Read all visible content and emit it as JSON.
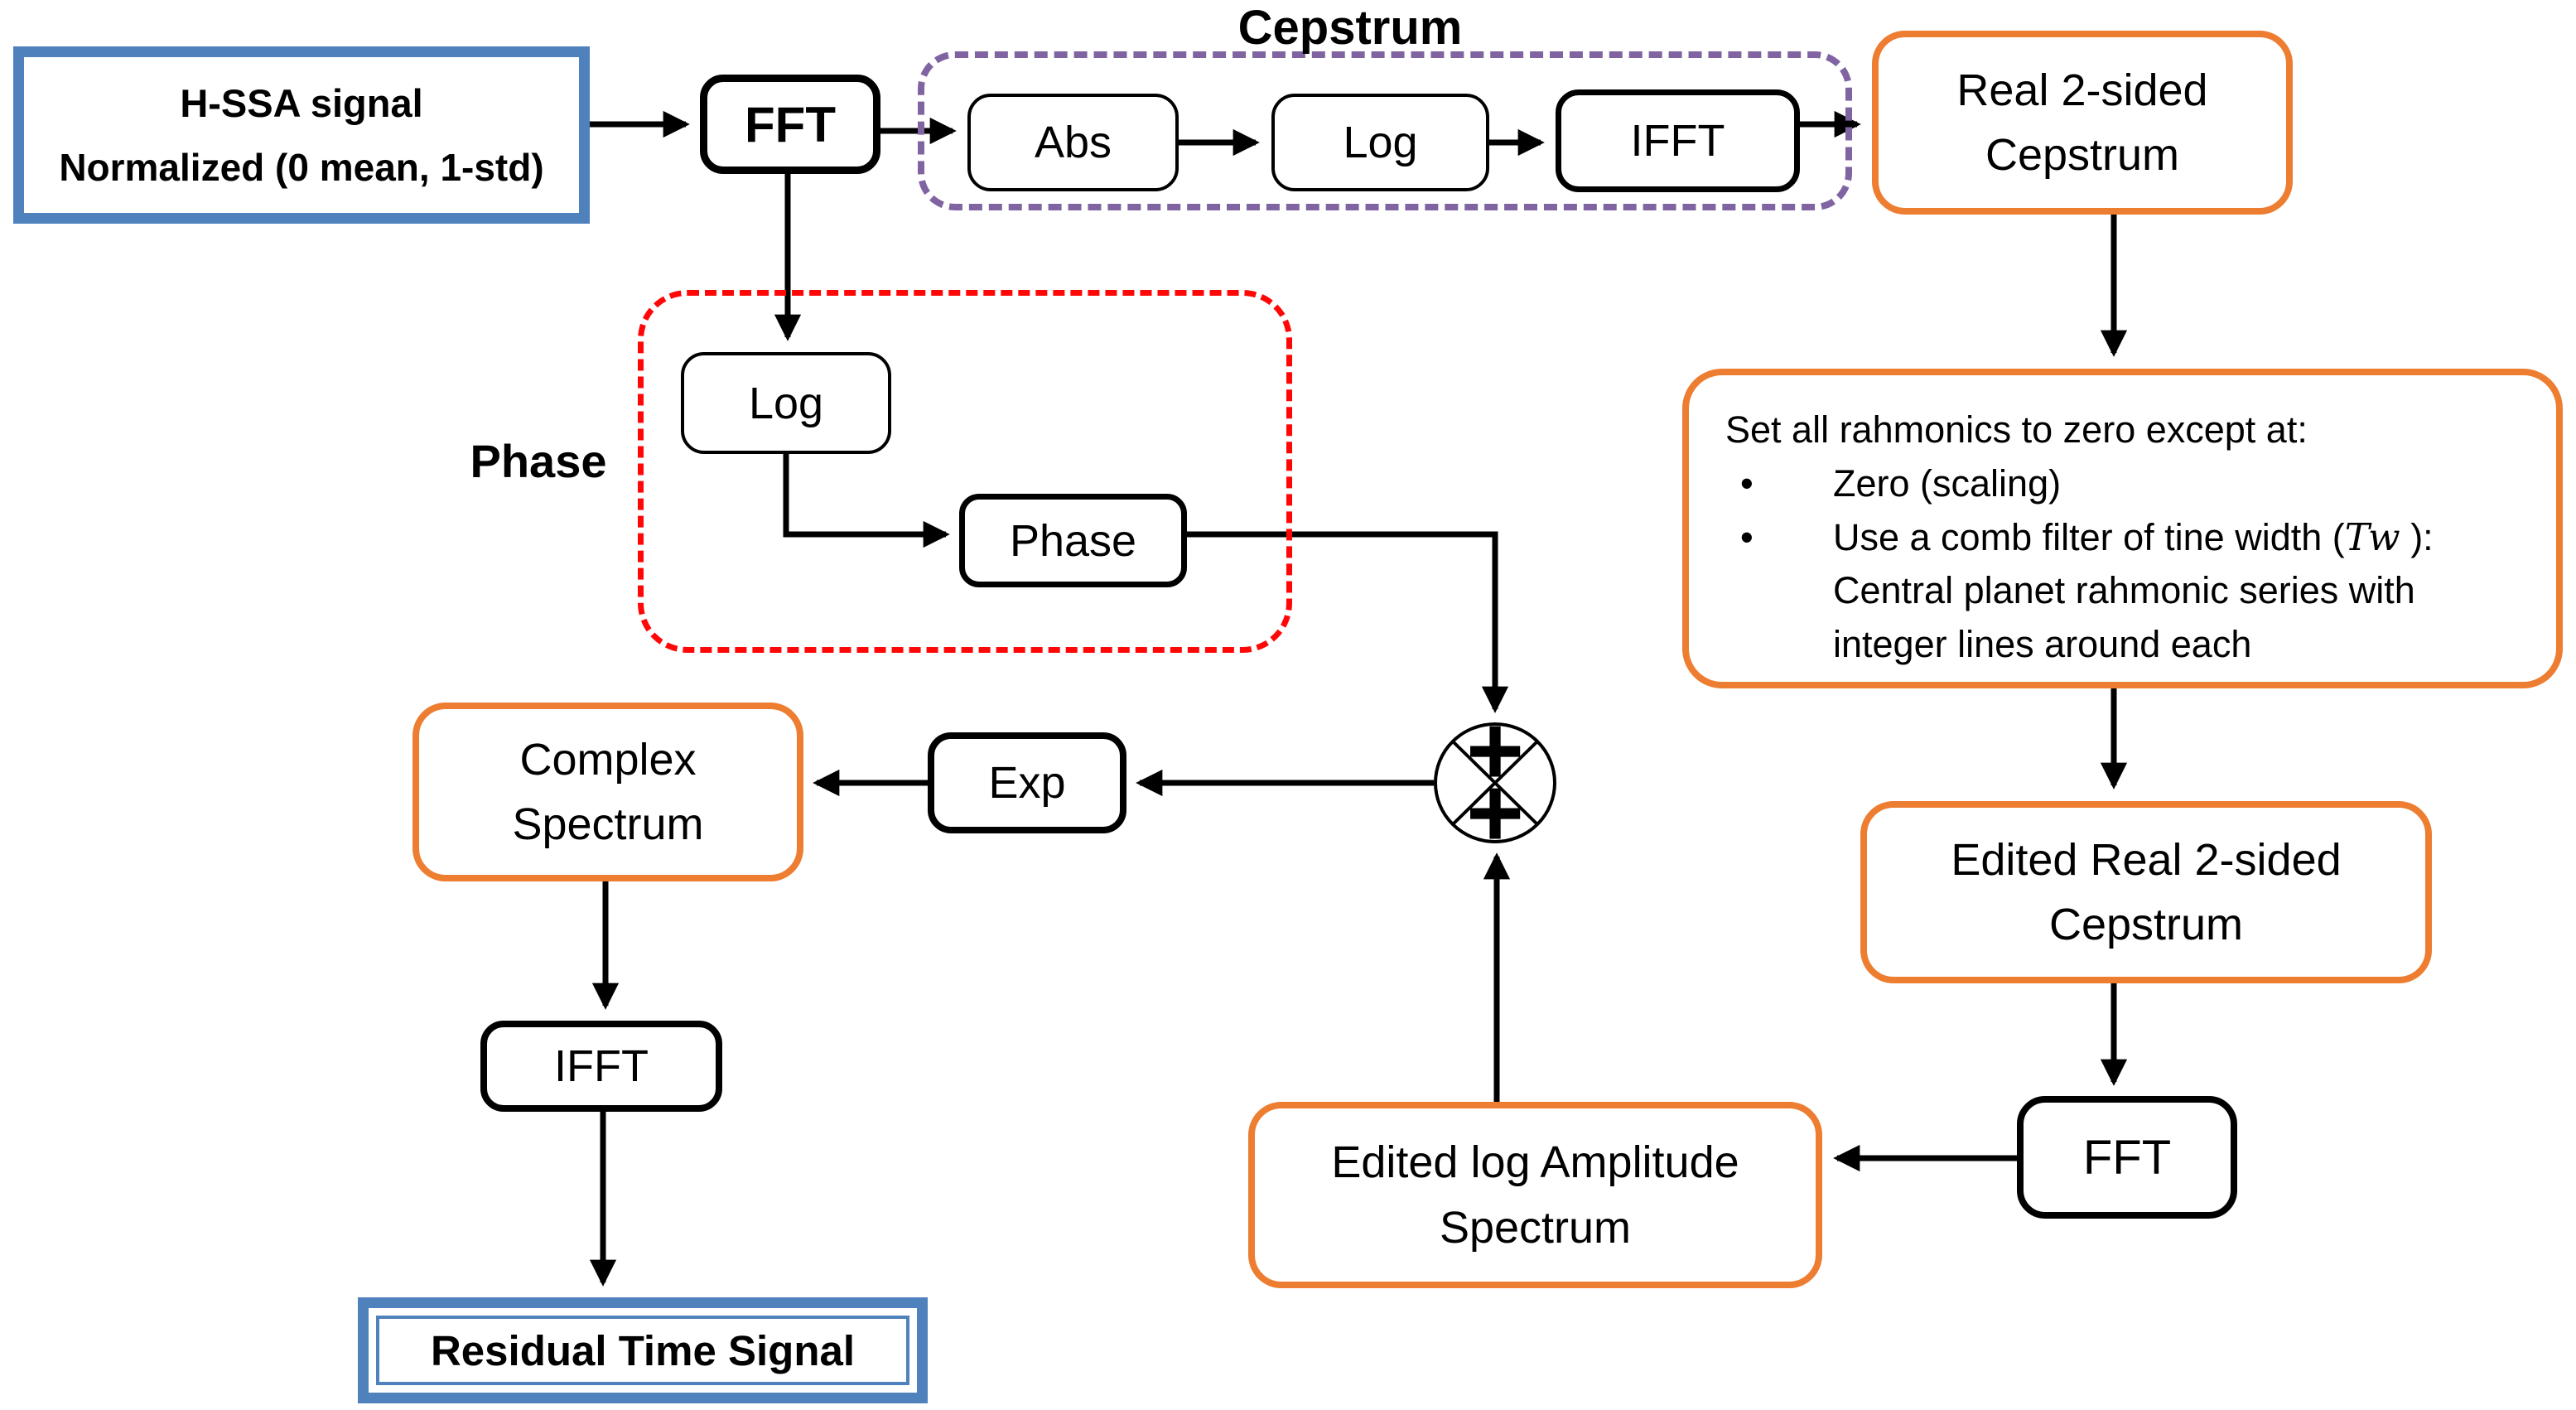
{
  "diagram": {
    "title_region_labels": {
      "cepstrum_group": "Cepstrum",
      "phase_group": "Phase"
    },
    "nodes": {
      "hssa": {
        "title": "H-SSA signal",
        "subtitle": "Normalized (0 mean, 1-std)"
      },
      "fft_top": {
        "label": "FFT"
      },
      "abs": {
        "label": "Abs"
      },
      "log_cepstrum": {
        "label": "Log"
      },
      "ifft_cepstrum": {
        "label": "IFFT"
      },
      "real_cepstrum": {
        "line1": "Real 2-sided",
        "line2": "Cepstrum"
      },
      "rahmonics": {
        "heading": "Set all rahmonics to zero except at:",
        "bullet_glyph": "•",
        "bullet1": "Zero (scaling)",
        "bullet2_prefix": "Use a comb filter of tine width (",
        "bullet2_math": "Tw",
        "bullet2_suffix": " ):",
        "bullet2_cont1": "Central planet rahmonic series with",
        "bullet2_cont2": "integer lines around each"
      },
      "edited_cepstrum": {
        "line1": "Edited Real 2-sided",
        "line2": "Cepstrum"
      },
      "fft_bottom": {
        "label": "FFT"
      },
      "edited_log_amplitude": {
        "line1": "Edited log Amplitude",
        "line2": "Spectrum"
      },
      "log_phase": {
        "label": "Log"
      },
      "phase": {
        "label": "Phase"
      },
      "exp": {
        "label": "Exp"
      },
      "complex_spectrum": {
        "line1": "Complex",
        "line2": "Spectrum"
      },
      "ifft_bottom": {
        "label": "IFFT"
      },
      "residual": {
        "label": "Residual Time Signal"
      },
      "mixer": {
        "plus_top": "+",
        "plus_bottom": "+"
      }
    },
    "colors": {
      "signal_box_blue": "#4F81BD",
      "result_box_orange": "#ED7D31",
      "cepstrum_group_purple": "#8064A2",
      "phase_group_red": "#FF0707",
      "line_black": "#000000"
    }
  }
}
